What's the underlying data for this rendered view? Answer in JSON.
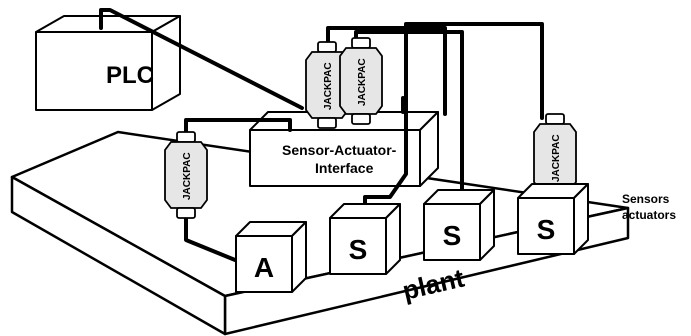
{
  "diagram": {
    "plc_label": "PLC",
    "interface_label_line1": "Sensor-Actuator-",
    "interface_label_line2": "Interface",
    "plant_label": "plant",
    "side_label_line1": "Sensors",
    "side_label_line2": "actuators",
    "jackpac_label": "JACKPAC",
    "boxes": [
      {
        "label": "A"
      },
      {
        "label": "S"
      },
      {
        "label": "S"
      },
      {
        "label": "S"
      }
    ]
  },
  "colors": {
    "stroke": "#000000",
    "fill": "#ffffff",
    "jackpac_shade": "#e6e6e6"
  }
}
